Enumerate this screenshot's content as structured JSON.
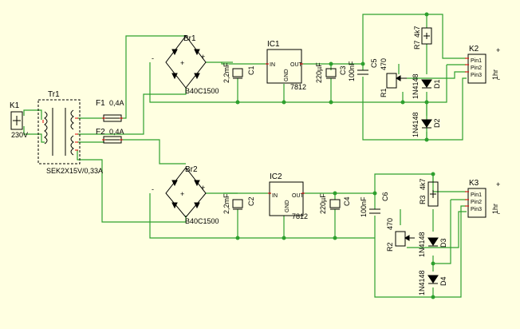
{
  "components": {
    "k1": {
      "ref": "K1",
      "value": "230V"
    },
    "tr1": {
      "ref": "Tr1",
      "value": "SEK2X15V/0,33A"
    },
    "f1": {
      "ref": "F1",
      "value": "0,4A"
    },
    "f2": {
      "ref": "F2",
      "value": "0,4A"
    },
    "br1": {
      "ref": "Br1",
      "value": "B40C1500"
    },
    "br2": {
      "ref": "Br2",
      "value": "B40C1500"
    },
    "c1": {
      "ref": "C1",
      "value": "2,2mF"
    },
    "c2": {
      "ref": "C2",
      "value": "2,2mF"
    },
    "ic1": {
      "ref": "IC1",
      "value": "7812",
      "pin_in": "IN",
      "pin_out": "OUT",
      "pin_gnd": "GND"
    },
    "ic2": {
      "ref": "IC2",
      "value": "7812",
      "pin_in": "IN",
      "pin_out": "OUT",
      "pin_gnd": "GND"
    },
    "c3": {
      "ref": "C3",
      "value": "220µF"
    },
    "c4": {
      "ref": "C4",
      "value": "220µF"
    },
    "c5": {
      "ref": "C5",
      "value": "100nF"
    },
    "c6": {
      "ref": "C6",
      "value": "100nF"
    },
    "r1": {
      "ref": "R1",
      "value": "470"
    },
    "r2": {
      "ref": "R2",
      "value": "470"
    },
    "r3": {
      "ref": "R3",
      "value": "4k7"
    },
    "r7": {
      "ref": "R7",
      "value": "4k7"
    },
    "d1": {
      "ref": "D1",
      "value": "1N4148"
    },
    "d2": {
      "ref": "D2",
      "value": "1N4148"
    },
    "d3": {
      "ref": "D3",
      "value": "1N4148"
    },
    "d4": {
      "ref": "D4",
      "value": "1N4148"
    },
    "k2": {
      "ref": "K2",
      "pins": [
        "Pin1",
        "Pin2",
        "Pin3"
      ],
      "side_label": "1hr",
      "plus": "+",
      "minus": "-"
    },
    "k3": {
      "ref": "K3",
      "pins": [
        "Pin1",
        "Pin2",
        "Pin3"
      ],
      "side_label": "1hr",
      "plus": "+",
      "minus": "-"
    }
  },
  "colors": {
    "background": "#ffffe1",
    "wire": "#2ea02e",
    "pin": "#e00000",
    "component": "#000000"
  }
}
